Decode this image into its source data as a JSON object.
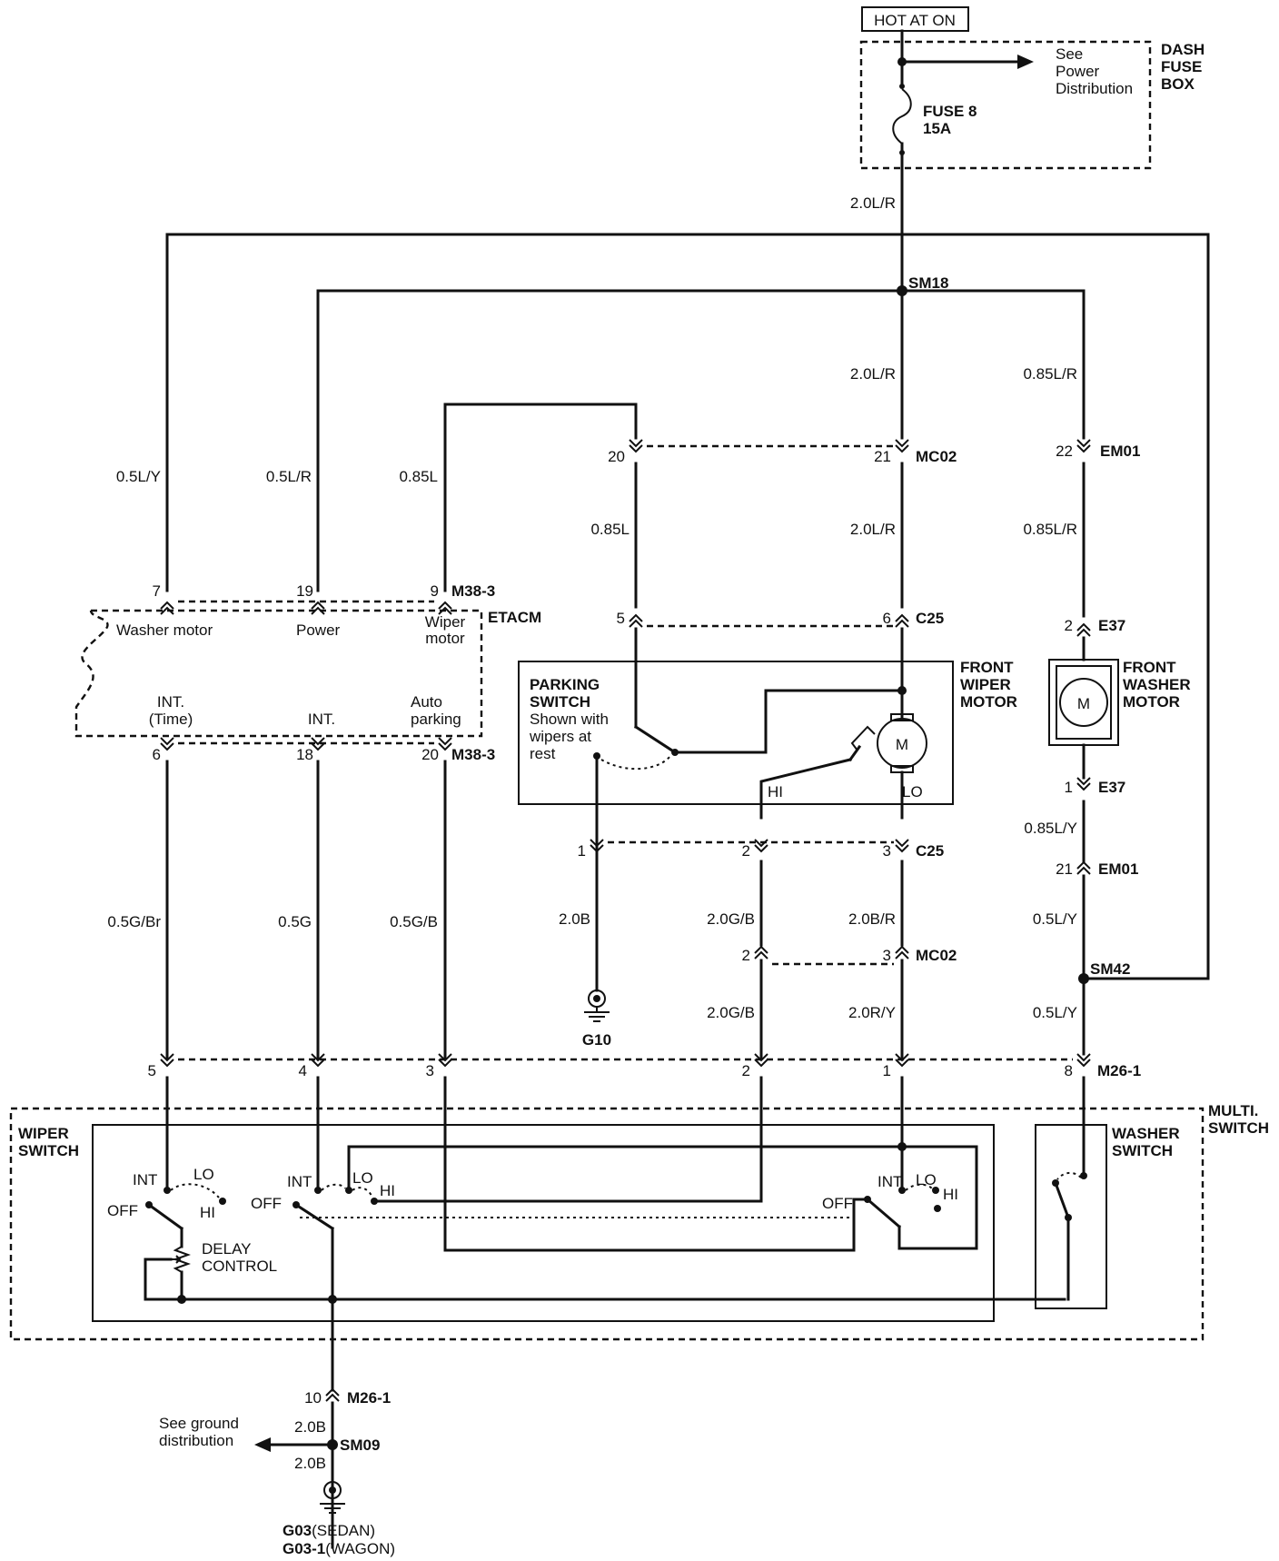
{
  "supply": "HOT AT ON",
  "fusebox": {
    "title": [
      "DASH",
      "FUSE",
      "BOX"
    ],
    "fuse": [
      "FUSE 8",
      "15A"
    ],
    "see": [
      "See",
      "Power",
      "Distribution"
    ]
  },
  "wires": {
    "w_fuse": "2.0L/R",
    "w_mc02_in": "2.0L/R",
    "w_c25_in": "2.0L/R",
    "w_em01_in": "0.85L/R",
    "w_e37_in": "0.85L/R",
    "w_washer_lead": "0.5L/Y",
    "w_power": "0.5L/R",
    "w_wiper": "0.85L",
    "w_park_up": "0.85L",
    "w_e37_out": "0.85L/Y",
    "w_sm42_up": "0.5L/Y",
    "w_sm42_down": "0.5L/Y",
    "w_int_time": "0.5G/Br",
    "w_int": "0.5G",
    "w_auto": "0.5G/B",
    "w_g10": "2.0B",
    "w_hi_up": "2.0G/B",
    "w_lo_up": "2.0B/R",
    "w_hi_down": "2.0G/B",
    "w_lo_down": "2.0R/Y",
    "w_gnd_up": "2.0B",
    "w_gnd_down": "2.0B"
  },
  "splices": [
    "SM18",
    "SM42",
    "SM09"
  ],
  "connectors": {
    "mc02": "MC02",
    "em01": "EM01",
    "m383": "M38-3",
    "c25": "C25",
    "e37": "E37",
    "m261": "M26-1"
  },
  "pins": {
    "mc02_20": "20",
    "mc02_21": "21",
    "em01_22": "22",
    "m383_7": "7",
    "m383_19": "19",
    "m383_9": "9",
    "c25_5": "5",
    "c25_6": "6",
    "e37_2": "2",
    "m383_6": "6",
    "m383_18": "18",
    "m383_20": "20",
    "e37_1": "1",
    "c25_1": "1",
    "c25_2": "2",
    "c25_3": "3",
    "em01_21": "21",
    "mc02_2": "2",
    "mc02_3": "3",
    "m261_5": "5",
    "m261_4": "4",
    "m261_3": "3",
    "m261_2": "2",
    "m261_1": "1",
    "m261_8": "8",
    "m261_10": "10"
  },
  "etacm": {
    "name": "ETACM",
    "washer_motor": "Washer motor",
    "power": "Power",
    "wiper_motor": [
      "Wiper",
      "motor"
    ],
    "int_time": [
      "INT.",
      "(Time)"
    ],
    "int": "INT.",
    "auto_parking": [
      "Auto",
      "parking"
    ]
  },
  "wiper_motor": {
    "title": [
      "FRONT",
      "WIPER",
      "MOTOR"
    ],
    "parking_switch": [
      "PARKING",
      "SWITCH"
    ],
    "shown_with": [
      "Shown with",
      "wipers at",
      "rest"
    ],
    "m": "M",
    "hi": "HI",
    "lo": "LO"
  },
  "washer_motor": {
    "title": [
      "FRONT",
      "WASHER",
      "MOTOR"
    ],
    "m": "M"
  },
  "grounds": {
    "g10": "G10",
    "g03": "G03",
    "g03_sub": "(SEDAN)",
    "g031": "G03-1",
    "g031_sub": "(WAGON)",
    "see_ground": [
      "See ground",
      "distribution"
    ]
  },
  "multi_switch": {
    "title": [
      "MULTI.",
      "SWITCH"
    ],
    "wiper_switch": [
      "WIPER",
      "SWITCH"
    ],
    "washer_switch": [
      "WASHER",
      "SWITCH"
    ],
    "delay": [
      "DELAY",
      "CONTROL"
    ],
    "sw1": {
      "int": "INT",
      "lo": "LO",
      "hi": "HI",
      "off": "OFF"
    },
    "sw2": {
      "int": "INT",
      "lo": "LO",
      "hi": "HI",
      "off": "OFF"
    },
    "sw3": {
      "int": "INT",
      "lo": "LO",
      "hi": "HI",
      "off": "OFF"
    }
  }
}
